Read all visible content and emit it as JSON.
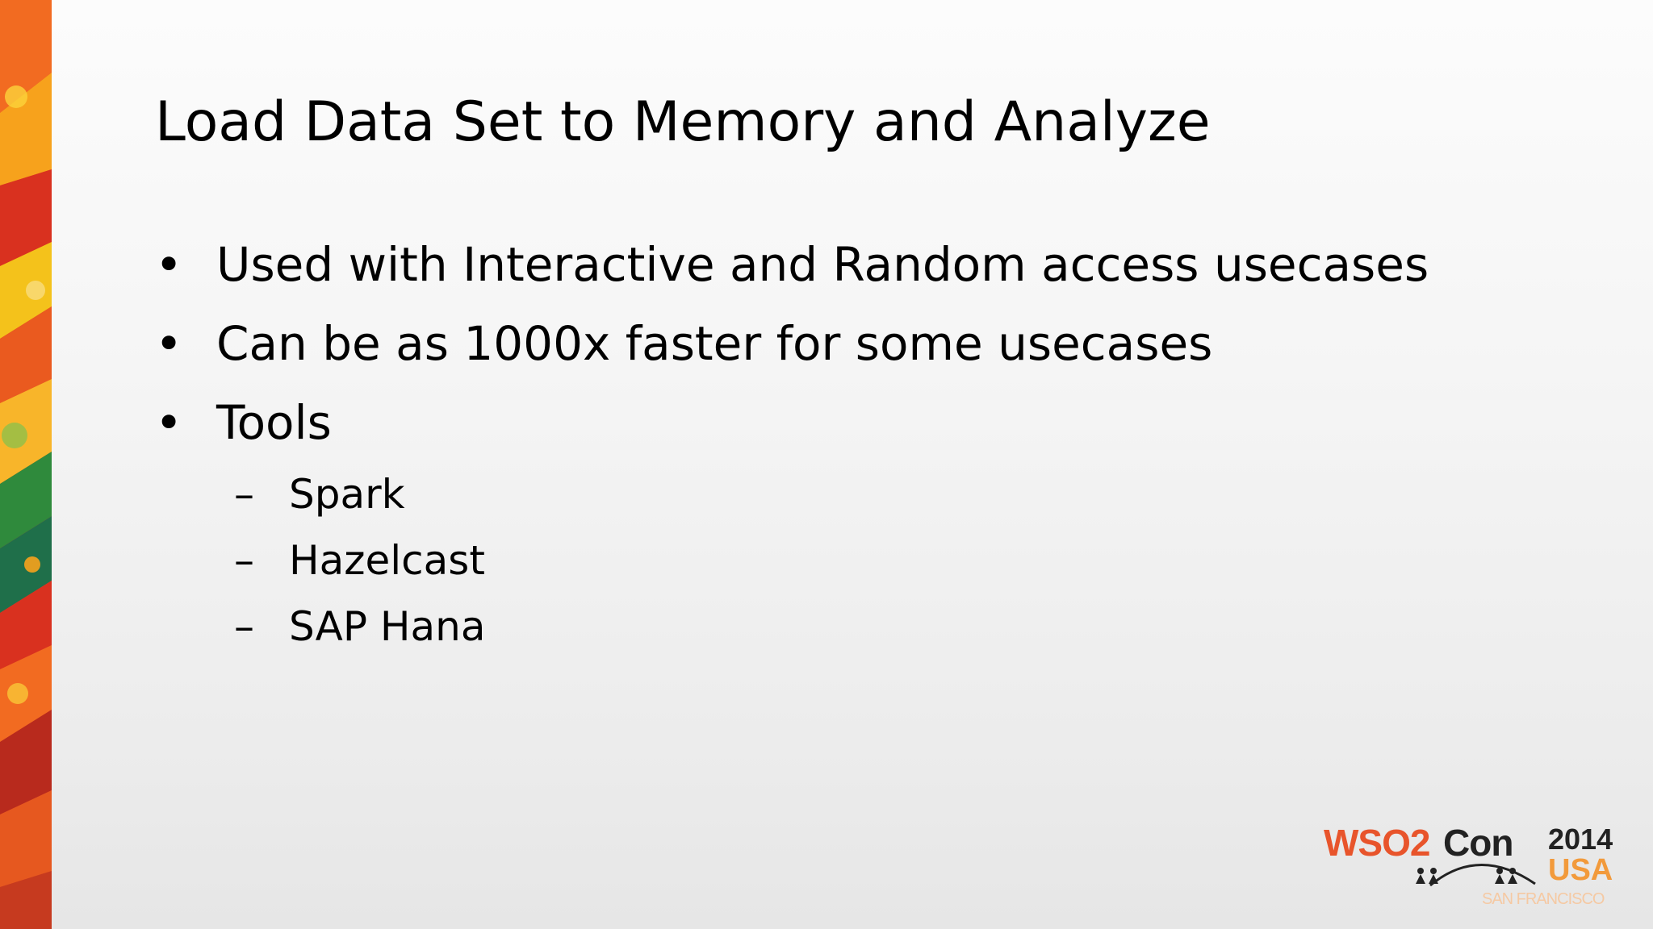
{
  "slide": {
    "title": "Load Data Set to Memory and Analyze",
    "bullets": [
      "Used with Interactive and Random access usecases",
      "Can be as 1000x faster for some usecases",
      "Tools"
    ],
    "bullet_marker": "•",
    "sub_marker": "–",
    "sub_bullets": [
      "Spark",
      "Hazelcast",
      "SAP Hana"
    ]
  },
  "logo": {
    "brand_a": "WSO2",
    "brand_b": "Con",
    "year": "2014",
    "country": "USA",
    "city": "SAN FRANCISCO"
  },
  "colors": {
    "accent_orange": "#e8542b",
    "accent_yellow": "#f29a3b",
    "stripe_red": "#d9311f",
    "stripe_green": "#2f8a3c"
  },
  "icons": {
    "stripe": "decorative-color-stripe",
    "people": "people-icon"
  }
}
